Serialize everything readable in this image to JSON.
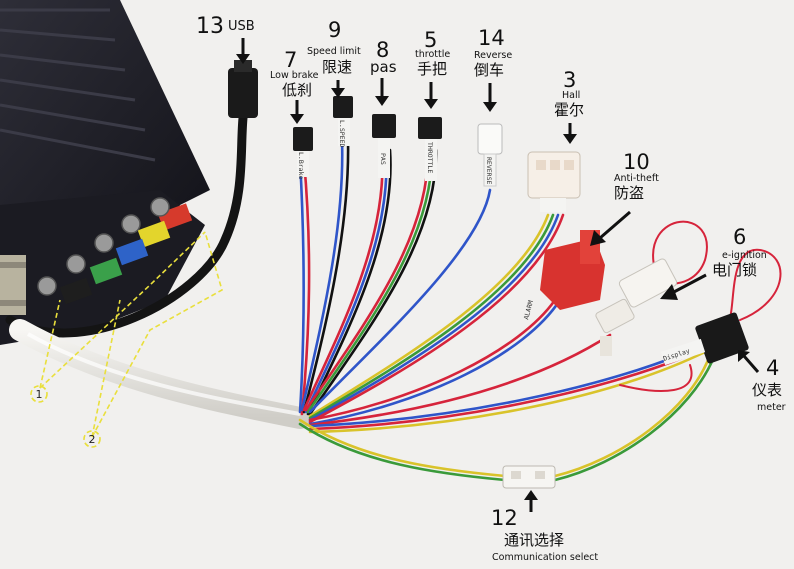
{
  "callouts": {
    "usb": {
      "number": "13",
      "en": "USB"
    },
    "low_brake": {
      "number": "7",
      "en": "Low brake",
      "cn": "低刹"
    },
    "speed_limit": {
      "number": "9",
      "en": "Speed limit",
      "cn": "限速"
    },
    "pas": {
      "number": "8",
      "en": "pas"
    },
    "throttle": {
      "number": "5",
      "en": "throttle",
      "cn": "手把"
    },
    "reverse": {
      "number": "14",
      "en": "Reverse",
      "cn": "倒车"
    },
    "hall": {
      "number": "3",
      "en": "Hall",
      "cn": "霍尔"
    },
    "anti_theft": {
      "number": "10",
      "en": "Anti-theft",
      "cn": "防盗"
    },
    "e_ignition": {
      "number": "6",
      "en": "e-ignition",
      "cn": "电门锁"
    },
    "meter": {
      "number": "4",
      "en": "meter",
      "cn": "仪表"
    },
    "communication": {
      "number": "12",
      "en": "Communication select",
      "cn": "通讯选择"
    }
  },
  "markers": {
    "one": "1",
    "two": "2"
  },
  "wire_tags": {
    "low_brake": "L.Brake",
    "speed_limit": "L.SPEED",
    "pas": "PAS",
    "throttle": "THROTTLE",
    "reverse": "REVERSE",
    "alarm": "ALARM",
    "display": "Display"
  },
  "colors": {
    "background": "#f1f0ee",
    "controller_body": "#23232b",
    "cable_sheath": "#e7e6e2",
    "connector_red": "#d8332f",
    "annotation_yellow": "#e9df3c",
    "wire_red": "#d6243b",
    "wire_blue": "#2f55c9",
    "wire_yellow": "#d9c32a",
    "wire_green": "#3a9a3a",
    "wire_black": "#1a1a1a"
  }
}
